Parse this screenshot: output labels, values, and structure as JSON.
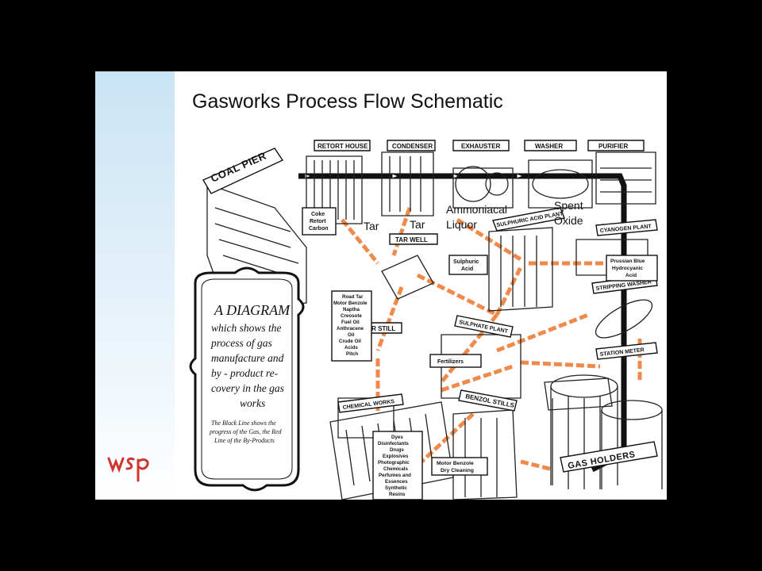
{
  "slide": {
    "title": "Gasworks Process Flow Schematic",
    "logo_text": "wsp"
  },
  "diagram": {
    "plants": {
      "coal_pier": "COAL PIER",
      "retort_house": "RETORT HOUSE",
      "condenser": "CONDENSER",
      "exhauster": "EXHAUSTER",
      "washer": "WASHER",
      "purifier": "PURIFIER",
      "tar_well": "TAR WELL",
      "sulphuric_acid_plant": "SULPHURIC ACID PLANT",
      "cyanogen_plant": "CYANOGEN PLANT",
      "stripping_washer": "STRIPPING WASHER",
      "sulphate_plant": "SULPHATE PLANT",
      "tar_still": "TAR STILL",
      "station_meter": "STATION METER",
      "chemical_works": "CHEMICAL WORKS",
      "benzol_stills": "BENZOL STILLS",
      "gas_holders": "GAS HOLDERS"
    },
    "overlay_labels": {
      "tar_1": "Tar",
      "tar_2": "Tar",
      "ammoniacal_1": "Ammoniacal",
      "ammoniacal_2": "Liquor",
      "spent_1": "Spent",
      "spent_2": "Oxide"
    },
    "boxes": {
      "coke": [
        "Coke",
        "Retort",
        "Carbon"
      ],
      "sulphuric_acid": [
        "Sulphuric",
        "Acid"
      ],
      "cyanogen": [
        "Prussian Blue",
        "Hydrocyanic",
        "Acid"
      ],
      "tar_products": [
        "Road Tar",
        "Motor Benzole",
        "Naptha",
        "Creosote",
        "Fuel Oil",
        "Anthracene",
        "Oil",
        "Crude Oil",
        "Acids",
        "Pitch"
      ],
      "fertilizers": [
        "Fertilizers"
      ],
      "chemicals": [
        "Dyes",
        "Disinfectants",
        "Drugs",
        "Explosives",
        "Photographic",
        "Chemicals",
        "Perfumes and",
        "Essences",
        "Synthetic",
        "Resins"
      ],
      "benzol": [
        "Motor Benzole",
        "Dry Cleaning"
      ]
    },
    "panel": {
      "heading": "A DIAGRAM",
      "body": [
        "which shows the",
        "process of gas",
        "manufacture and",
        "by - product re-",
        "covery in the gas",
        "works"
      ],
      "note": [
        "The Black Line shows the",
        "progress of the Gas, the Red",
        "Line of the By-Products"
      ]
    },
    "colors": {
      "gas_line": "#111111",
      "byproduct_line": "#f08a4b"
    }
  }
}
